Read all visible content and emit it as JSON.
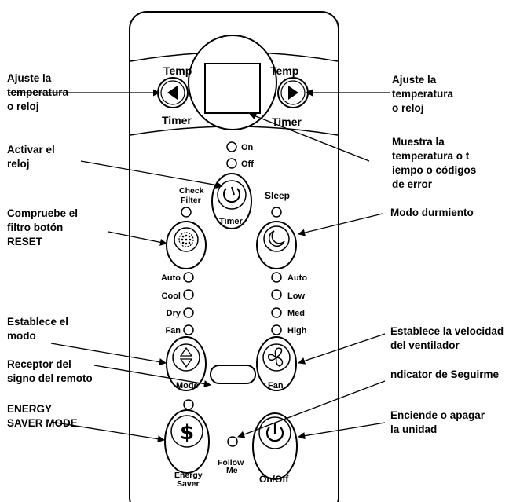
{
  "panel": {
    "left_temp": "Temp",
    "left_timer": "Timer",
    "right_temp": "Temp",
    "right_timer": "Timer",
    "on": "On",
    "off": "Off",
    "timer_button": "Timer",
    "check": "Check",
    "filter": "Filter",
    "sleep": "Sleep",
    "mode_lights": [
      "Auto",
      "Cool",
      "Dry",
      "Fan"
    ],
    "fan_lights": [
      "Auto",
      "Low",
      "Med",
      "High"
    ],
    "mode_button": "Mode",
    "fan_button": "Fan",
    "follow": "Follow",
    "me": "Me",
    "energy": "Energy",
    "saver": "Saver",
    "onoff_button": "On/Off"
  },
  "annotations": {
    "adjust_left": [
      "Ajuste la",
      "temperatura",
      "o reloj"
    ],
    "adjust_right": [
      "Ajuste la",
      "temperatura",
      "o reloj"
    ],
    "activate_timer": [
      "Activar el",
      "reloj"
    ],
    "display": [
      "Muestra la",
      "temperatura o t",
      "iempo o códigos",
      "de error"
    ],
    "check_filter": [
      "Compruebe el",
      "filtro botón",
      "RESET"
    ],
    "sleep_mode": [
      "Modo durmiento"
    ],
    "set_mode": [
      "Establece el",
      "modo"
    ],
    "fan_speed": [
      "Establece la velocidad",
      "del ventilador"
    ],
    "remote_receiver": [
      "Receptor del",
      "signo del remoto"
    ],
    "follow_me": [
      "ndicator de Seguirme"
    ],
    "energy_saver": [
      "ENERGY",
      "SAVER MODE"
    ],
    "power": [
      "Enciende o apagar",
      "la unidad"
    ]
  }
}
